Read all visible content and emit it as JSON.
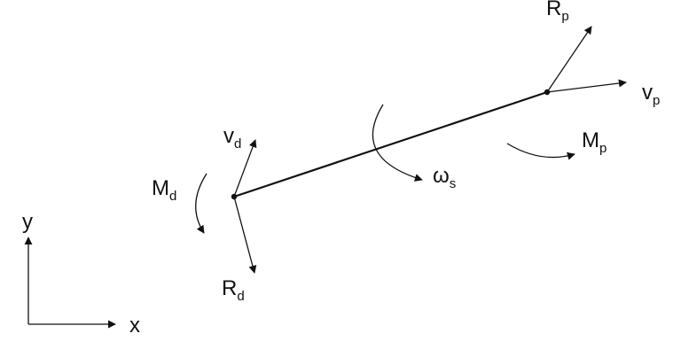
{
  "diagram": {
    "labels": {
      "Rp": {
        "main": "R",
        "sub": "p"
      },
      "vp": {
        "main": "v",
        "sub": "p"
      },
      "Mp": {
        "main": "M",
        "sub": "p"
      },
      "ws": {
        "main": "ω",
        "sub": "s"
      },
      "vd": {
        "main": "v",
        "sub": "d"
      },
      "Md": {
        "main": "M",
        "sub": "d"
      },
      "Rd": {
        "main": "R",
        "sub": "d"
      },
      "y": {
        "main": "y"
      },
      "x": {
        "main": "x"
      }
    },
    "colors": {
      "ink": "#111111",
      "background": "#ffffff"
    }
  }
}
